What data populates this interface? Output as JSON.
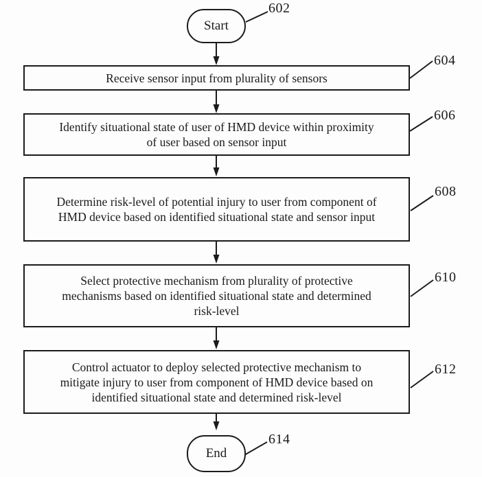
{
  "figure": {
    "type": "flowchart",
    "background": "#fdfdfd",
    "line_color": "#1b1b1b"
  },
  "flowchart": {
    "start": {
      "label": "Start",
      "ref": "602"
    },
    "steps": [
      {
        "ref": "604",
        "text": "Receive sensor input from plurality of sensors"
      },
      {
        "ref": "606",
        "text": "Identify situational state of user of HMD device within proximity\nof user based on sensor input"
      },
      {
        "ref": "608",
        "text": "Determine risk-level of potential injury to user from component of\nHMD device based on identified situational state and sensor input"
      },
      {
        "ref": "610",
        "text": "Select protective mechanism from plurality of protective\nmechanisms based on identified situational state and determined\nrisk-level"
      },
      {
        "ref": "612",
        "text": "Control actuator to deploy selected protective mechanism to\nmitigate injury to user from component of HMD device based on\nidentified situational state and determined risk-level"
      }
    ],
    "end": {
      "label": "End",
      "ref": "614"
    }
  }
}
